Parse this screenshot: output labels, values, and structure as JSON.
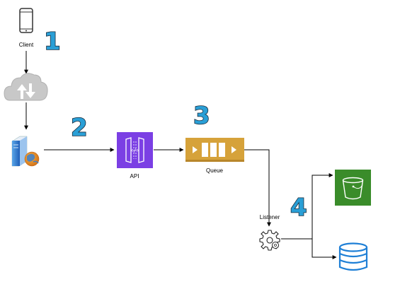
{
  "nodes": {
    "client": {
      "label": "Client",
      "icon": "mobile-phone-icon"
    },
    "cloud": {
      "icon": "cloud-upload-download-icon"
    },
    "server": {
      "icon": "web-server-icon"
    },
    "api": {
      "label": "API",
      "icon": "api-gateway-icon",
      "color": "#7b3fe4"
    },
    "queue": {
      "label": "Queue",
      "icon": "message-queue-icon",
      "color": "#d6a23a"
    },
    "listener": {
      "label": "Listener",
      "icon": "gear-icon"
    },
    "bucket": {
      "icon": "s3-bucket-icon",
      "color": "#3a8c2a"
    },
    "database": {
      "icon": "database-icon",
      "color": "#1e7fd6"
    }
  },
  "steps": [
    "1",
    "2",
    "3",
    "4"
  ],
  "colors": {
    "step_fill": "#2a9fd6",
    "connector": "#000000"
  }
}
